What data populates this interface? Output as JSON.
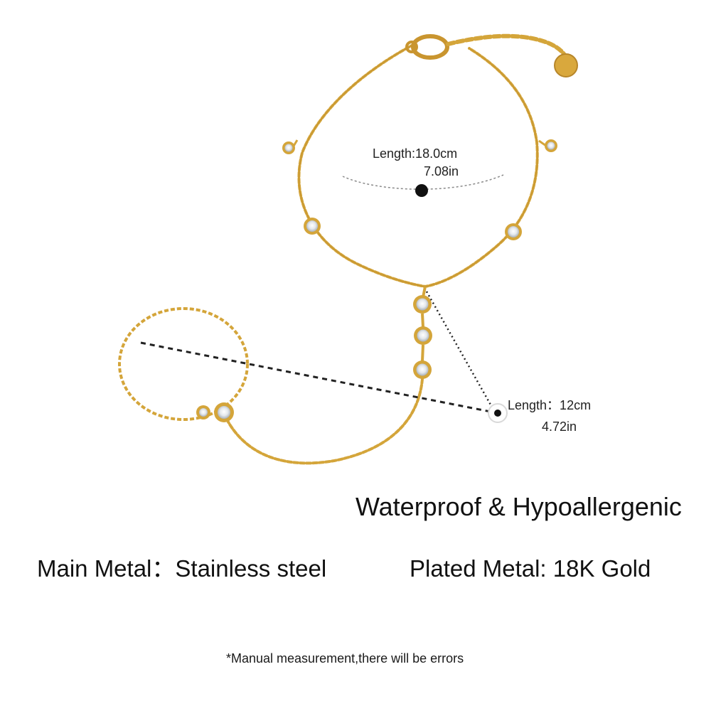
{
  "bracelet_measurement": {
    "length_label": "Length:18.0cm",
    "length_inches": "7.08in"
  },
  "drop_measurement": {
    "length_label": "Length：12cm",
    "length_inches": "4.72in"
  },
  "features": {
    "waterproof": "Waterproof & Hypoallergenic",
    "main_metal": "Main Metal：Stainless steel",
    "plated_metal": "Plated Metal: 18K Gold"
  },
  "disclaimer": "*Manual measurement,there will be errors",
  "colors": {
    "gold": "#d4a53a",
    "gold_dark": "#b7862a",
    "background": "#ffffff",
    "text": "#111111"
  }
}
